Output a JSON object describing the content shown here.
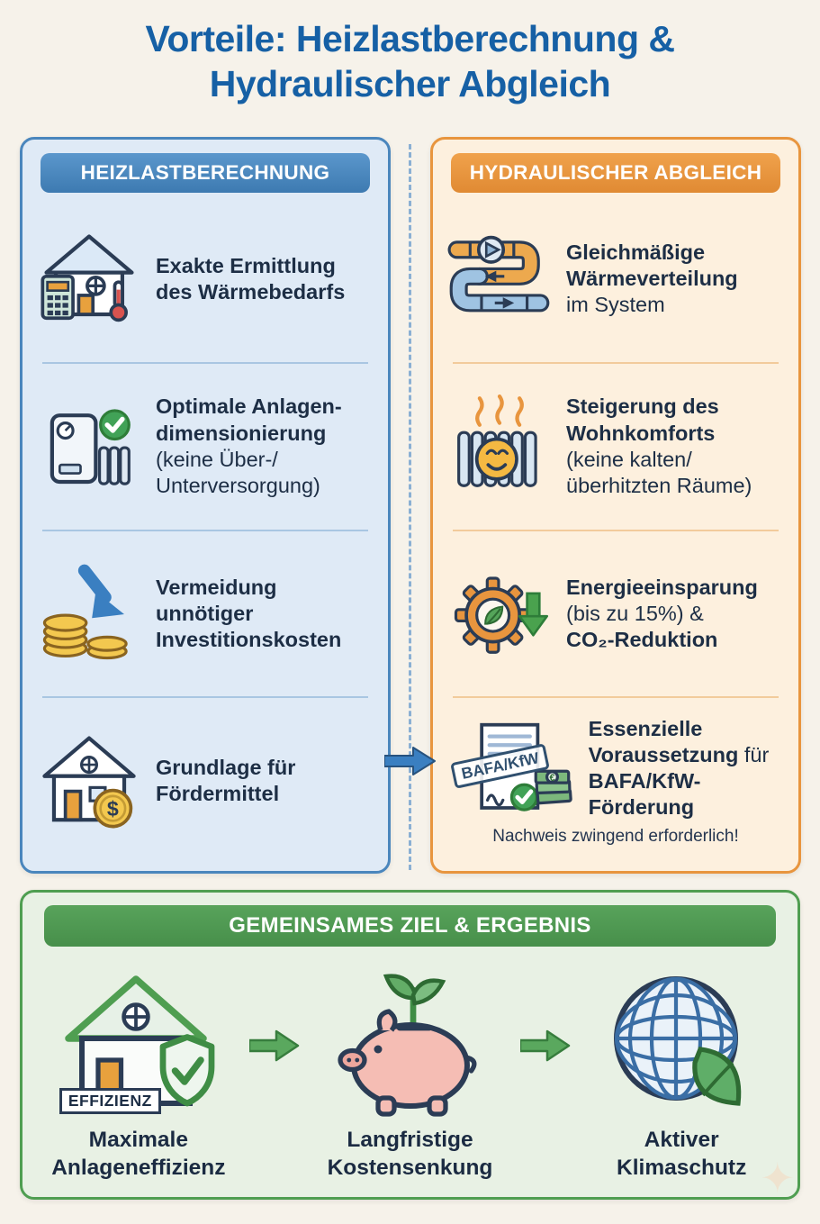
{
  "page": {
    "title": "Vorteile: Heizlastberechnung &\nHydraulischer Abgleich"
  },
  "colors": {
    "title_blue": "#1660a5",
    "panel_blue": "#4a86bd",
    "panel_orange": "#e8953e",
    "panel_green": "#4f9e51",
    "text_navy": "#1d2e45"
  },
  "left_panel": {
    "header": "HEIZLASTBERECHNUNG",
    "items": [
      {
        "icon": "house-calculator-icon",
        "bold": "Exakte Ermittlung\ndes Wärmebedarfs"
      },
      {
        "icon": "boiler-check-icon",
        "bold": "Optimale Anlagen-\ndimensionierung",
        "normal": "\n(keine Über-/\nUnterversorgung)"
      },
      {
        "icon": "coins-savings-icon",
        "bold": "Vermeidung\nunnötiger\nInvestitionskosten"
      },
      {
        "icon": "house-funding-icon",
        "bold": "Grundlage für\nFördermittel"
      }
    ]
  },
  "right_panel": {
    "header": "HYDRAULISCHER ABGLEICH",
    "items": [
      {
        "icon": "pipes-pump-icon",
        "bold": "Gleichmäßige\nWärmeverteilung",
        "normal": "\nim System"
      },
      {
        "icon": "radiator-comfort-icon",
        "bold": "Steigerung des\nWohnkomforts",
        "normal": "\n(keine kalten/\nüberhitzten Räume)"
      },
      {
        "icon": "gear-leaf-icon",
        "bold1": "Energieeinsparung",
        "normal": "\n(bis zu 15%) &\n",
        "bold2": "CO₂-Reduktion"
      },
      {
        "icon": "bafa-document-icon",
        "bold1": "Essenzielle\nVoraussetzung",
        "normal": " für\n",
        "bold2": "BAFA/KfW-\nFörderung",
        "stamp": "BAFA/KfW",
        "note": "Nachweis zwingend erforderlich!"
      }
    ]
  },
  "bottom_panel": {
    "header": "GEMEINSAMES ZIEL & ERGEBNIS",
    "items": [
      {
        "icon": "efficiency-house-icon",
        "label": "Maximale\nAnlageneffizienz",
        "badge": "EFFIZIENZ"
      },
      {
        "icon": "piggy-bank-icon",
        "label": "Langfristige\nKostensenkung"
      },
      {
        "icon": "globe-leaf-icon",
        "label": "Aktiver\nKlimaschutz"
      }
    ]
  },
  "icons": {
    "left": [
      "house-calculator-icon",
      "boiler-check-icon",
      "coins-savings-icon",
      "house-funding-icon"
    ],
    "right": [
      "pipes-pump-icon",
      "radiator-comfort-icon",
      "gear-leaf-icon",
      "bafa-document-icon"
    ],
    "bottom": [
      "efficiency-house-icon",
      "piggy-bank-icon",
      "globe-leaf-icon"
    ],
    "decoration": [
      "flow-arrow-icon",
      "goal-arrow-icon",
      "sparkle-icon"
    ]
  }
}
